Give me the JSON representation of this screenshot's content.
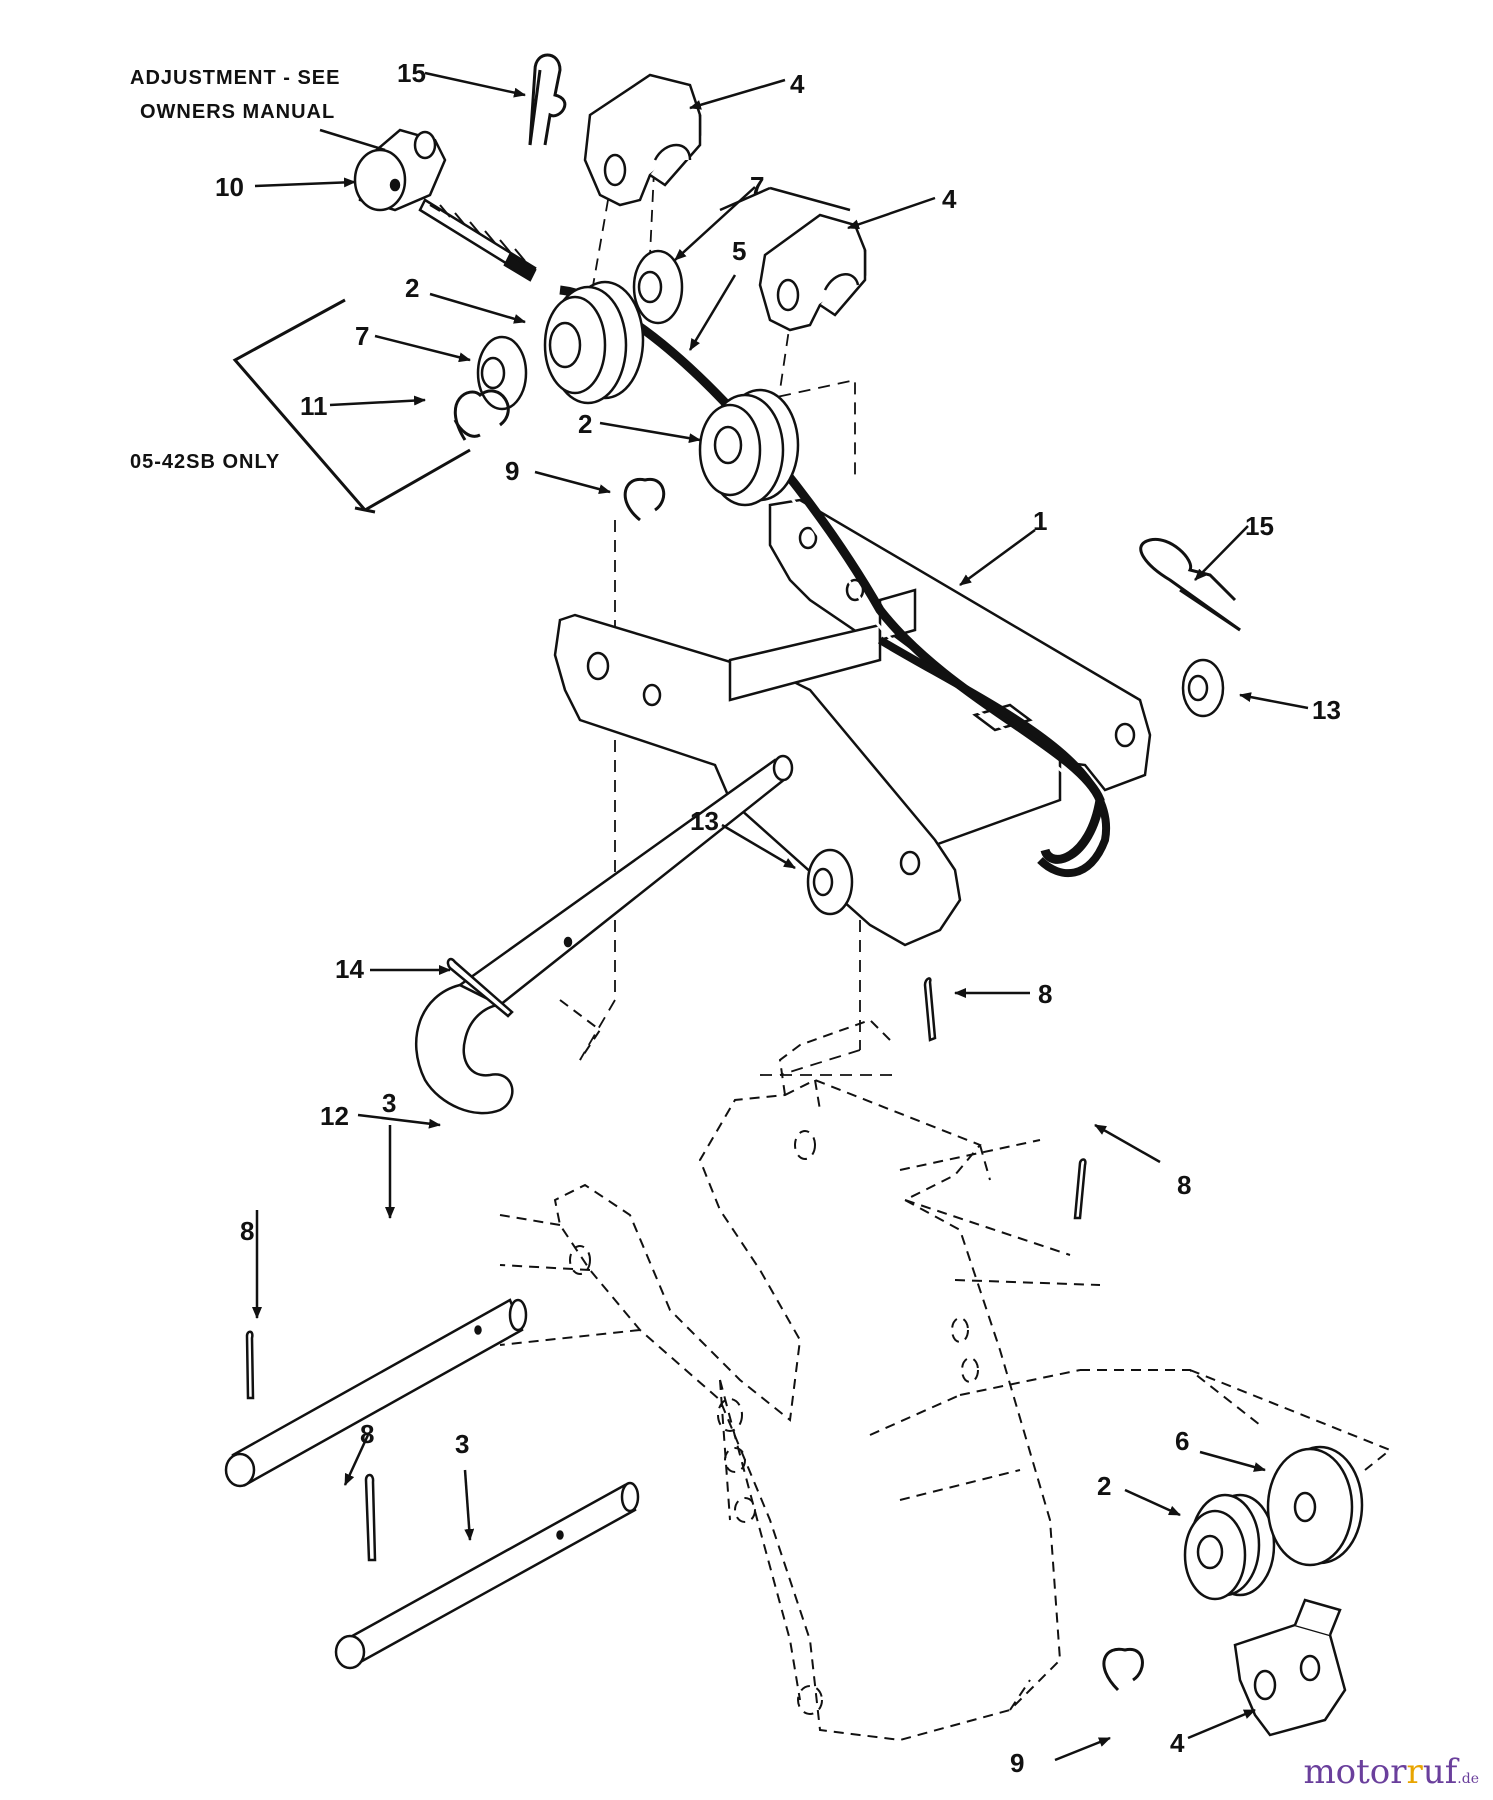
{
  "notes": {
    "adjustment_line1": "ADJUSTMENT - SEE",
    "adjustment_line2": "OWNERS MANUAL",
    "model_note": "05-42SB ONLY"
  },
  "callouts": {
    "c15a": "15",
    "c4a": "4",
    "c10": "10",
    "c7a": "7",
    "c4b": "4",
    "c5": "5",
    "c2a": "2",
    "c7b": "7",
    "c11": "11",
    "c2b": "2",
    "c9a": "9",
    "c1": "1",
    "c15b": "15",
    "c13a": "13",
    "c13b": "13",
    "c14": "14",
    "c8a": "8",
    "c12": "12",
    "c8b": "8",
    "c8c": "8",
    "c3a": "3",
    "c8d": "8",
    "c3b": "3",
    "c6": "6",
    "c2c": "2",
    "c9b": "9",
    "c4c": "4"
  },
  "watermark": {
    "name_a": "motor",
    "name_b": "uf",
    "accent_letter": "r",
    "suffix": ".de"
  },
  "colors": {
    "ink": "#111111",
    "brand": "#6a3f9c",
    "brand_accent": "#e8a400"
  }
}
